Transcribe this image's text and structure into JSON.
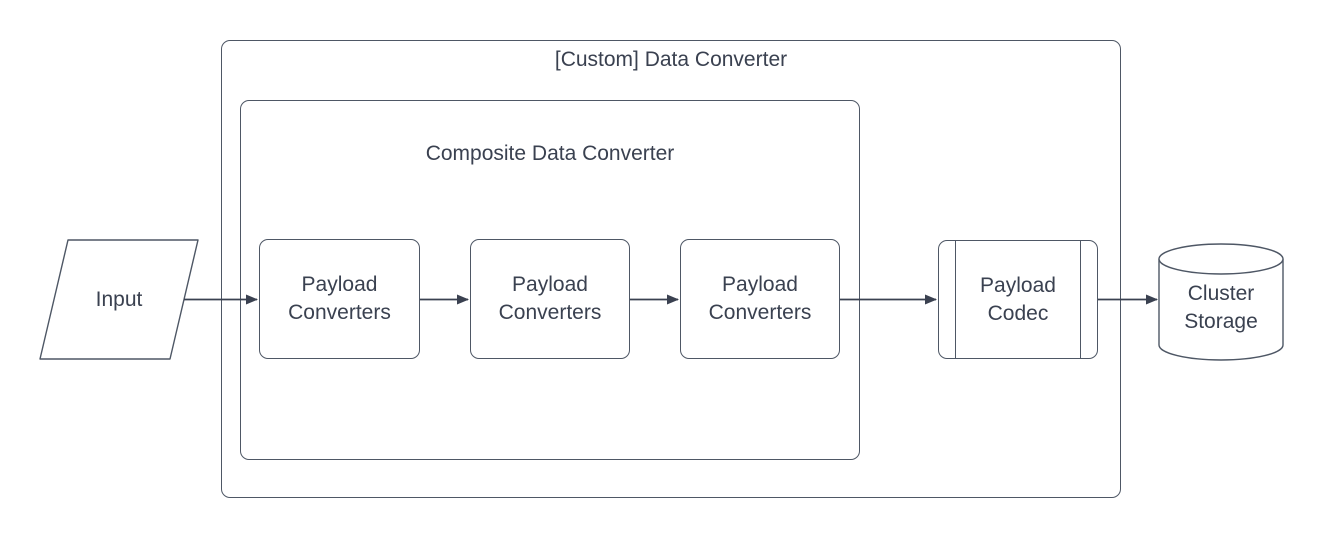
{
  "diagram": {
    "containers": [
      {
        "id": "custom-data-converter",
        "label": "[Custom] Data Converter"
      },
      {
        "id": "composite-data-converter",
        "label": "Composite Data Converter"
      }
    ],
    "nodes": [
      {
        "id": "input",
        "label": "Input",
        "shape": "parallelogram"
      },
      {
        "id": "payload-converters-1",
        "label": "Payload Converters",
        "shape": "rounded-rectangle"
      },
      {
        "id": "payload-converters-2",
        "label": "Payload Converters",
        "shape": "rounded-rectangle"
      },
      {
        "id": "payload-converters-3",
        "label": "Payload Converters",
        "shape": "rounded-rectangle"
      },
      {
        "id": "payload-codec",
        "label": "Payload Codec",
        "shape": "predefined-process"
      },
      {
        "id": "cluster-storage",
        "label": "Cluster Storage",
        "shape": "cylinder"
      }
    ],
    "edges": [
      {
        "from": "input",
        "to": "payload-converters-1"
      },
      {
        "from": "payload-converters-1",
        "to": "payload-converters-2"
      },
      {
        "from": "payload-converters-2",
        "to": "payload-converters-3"
      },
      {
        "from": "payload-converters-3",
        "to": "payload-codec"
      },
      {
        "from": "payload-codec",
        "to": "cluster-storage"
      }
    ],
    "colors": {
      "background": "#ffffff",
      "stroke": "#4e5765",
      "text": "#3a4150",
      "arrow": "#3a4150"
    }
  }
}
